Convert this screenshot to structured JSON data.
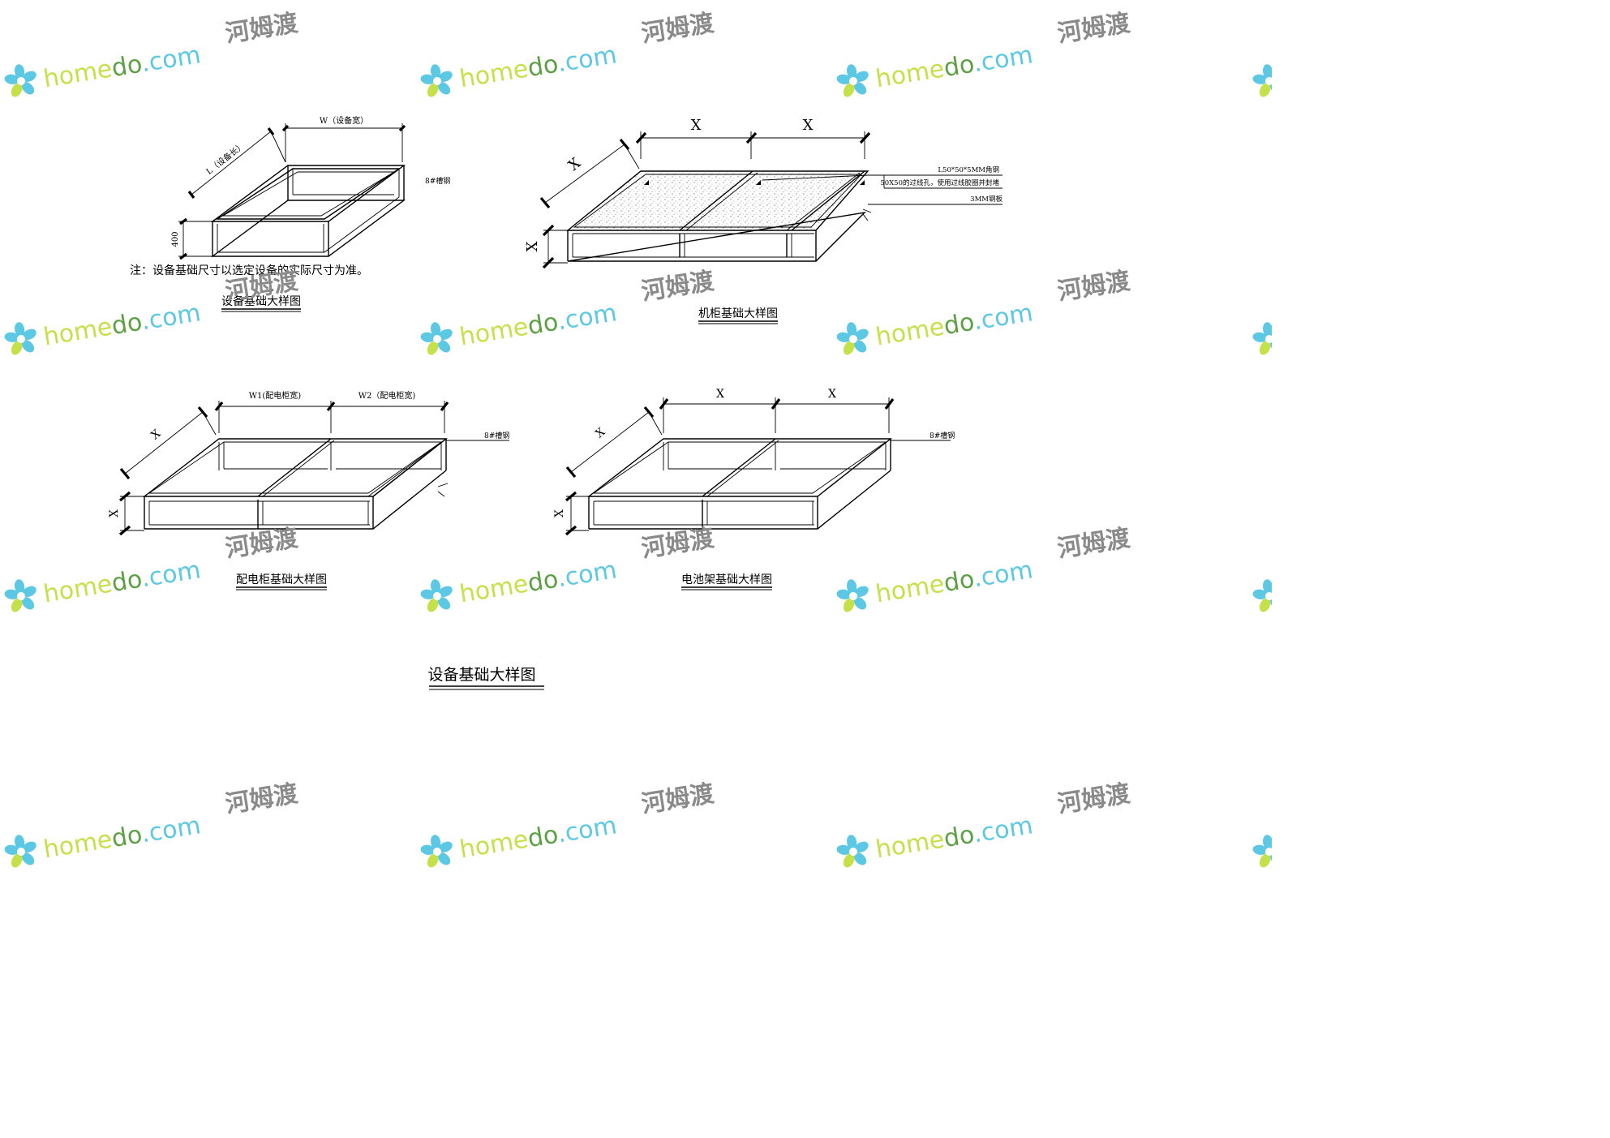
{
  "watermark": {
    "brand_left": "home",
    "brand_mid": "do",
    "brand_tail": ".com",
    "brand_cn": "河姆渡",
    "colors": {
      "lime": "#c4e14a",
      "cyan": "#5cc8e4",
      "green": "#5da043",
      "gray": "#8a8a8a"
    }
  },
  "diagram1": {
    "dim_w": "W（设备宽）",
    "dim_l": "L（设备长）",
    "dim_h": "400",
    "callout": "8#槽钢",
    "note": "注：设备基础尺寸以选定设备的实际尺寸为准。",
    "caption": "设备基础大样图"
  },
  "diagram2": {
    "dim_x_top1": "X",
    "dim_x_top2": "X",
    "dim_x_side": "X",
    "dim_x_height": "X",
    "callout_angle": "L50*50*5MM角钢",
    "callout_hole": "50X50的过线孔，使用过线胶圈并封堵",
    "callout_plate": "3MM钢板",
    "caption": "机柜基础大样图"
  },
  "diagram3": {
    "dim_w1": "W1(配电柜宽)",
    "dim_w2": "W2（配电柜宽)",
    "dim_x_side": "X",
    "dim_x_height": "X",
    "callout": "8#槽钢",
    "caption": "配电柜基础大样图"
  },
  "diagram4": {
    "dim_x_top1": "X",
    "dim_x_top2": "X",
    "dim_x_side": "X",
    "dim_x_height": "X",
    "callout": "8#槽钢",
    "caption": "电池架基础大样图"
  },
  "sheet_title": "设备基础大样图"
}
